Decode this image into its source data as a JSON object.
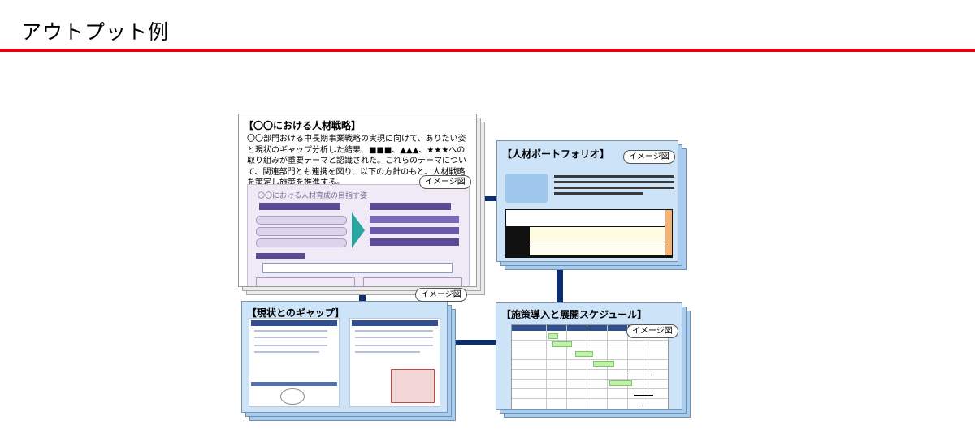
{
  "page": {
    "title": "アウトプット例"
  },
  "cards": {
    "strategy": {
      "title": "【〇〇における人材戦略】",
      "body": "〇〇部門おける中長期事業戦略の実現に向けて、ありたい姿と現状のギャップ分析した結果、■■■、▲▲▲、★★★への取り組みが重要テーマと認識された。これらのテーマについて、関連部門とも連携を図り、以下の方針のもと、人材戦略を策定し施策を推進する。",
      "badge": "イメージ図",
      "diagram_title": "〇〇における人材育成の目指す姿"
    },
    "portfolio": {
      "title": "【人材ポートフォリオ】",
      "badge": "イメージ図"
    },
    "gap": {
      "title": "【現状とのギャップ】",
      "badge": "イメージ図"
    },
    "schedule": {
      "title": "【施策導入と展開スケジュール】",
      "badge": "イメージ図"
    }
  },
  "colors": {
    "accent_rule": "#e30012",
    "connector": "#0d2e6e",
    "card_blue": "#cde3f8"
  }
}
